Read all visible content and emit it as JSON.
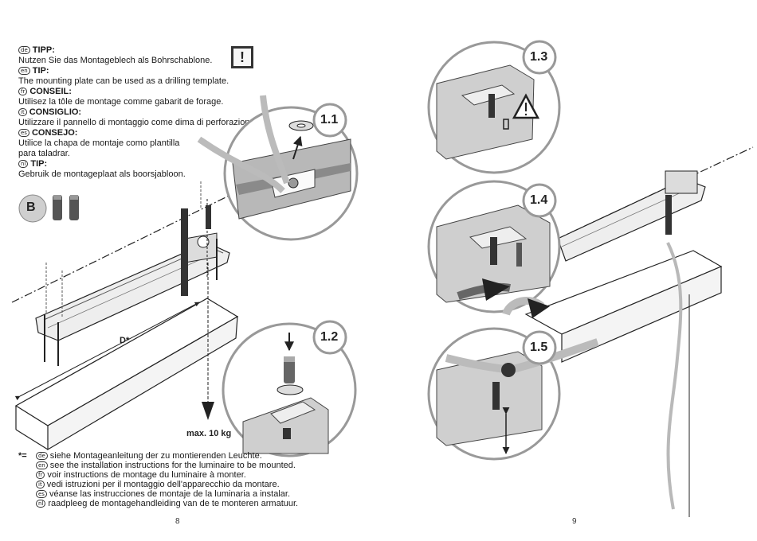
{
  "tips": [
    {
      "lang": "de",
      "title": "TIPP:",
      "text": "Nutzen Sie das Montageblech als Bohrschablone."
    },
    {
      "lang": "en",
      "title": "TIP:",
      "text": "The mounting plate can be used as a drilling template."
    },
    {
      "lang": "fr",
      "title": "CONSEIL:",
      "text": "Utilisez la tôle de montage comme gabarit de forage."
    },
    {
      "lang": "it",
      "title": "CONSIGLIO:",
      "text": "Utilizzare il pannello di montaggio come dima di perforazione."
    },
    {
      "lang": "es",
      "title": "CONSEJO:",
      "text": "Utilice la chapa de montaje como plantilla",
      "text2": "para taladrar."
    },
    {
      "lang": "nl",
      "title": "TIP:",
      "text": "Gebruik de montageplaat als boorsjabloon."
    }
  ],
  "warn_symbol": "!",
  "part_label": "B",
  "dimension_label": "D*",
  "max_load": "max. 10 kg",
  "steps": [
    "1.1",
    "1.2",
    "1.3",
    "1.4",
    "1.5"
  ],
  "footnote_mark": "*=",
  "footnotes": [
    {
      "lang": "de",
      "text": "siehe Montageanleitung der zu montierenden Leuchte."
    },
    {
      "lang": "en",
      "text": "see the installation instructions for the luminaire to be mounted."
    },
    {
      "lang": "fr",
      "text": "voir instructions de montage du luminaire à monter."
    },
    {
      "lang": "it",
      "text": "vedi istruzioni per il montaggio dell'apparecchio da montare."
    },
    {
      "lang": "es",
      "text": "véanse las instrucciones de montaje de la luminaria a instalar."
    },
    {
      "lang": "nl",
      "text": "raadpleeg de montagehandleiding van de te monteren armatuur."
    }
  ],
  "page_left": "8",
  "page_right": "9",
  "colors": {
    "line": "#222222",
    "gray": "#9a9a9a",
    "lightgray": "#d8d8d8"
  }
}
